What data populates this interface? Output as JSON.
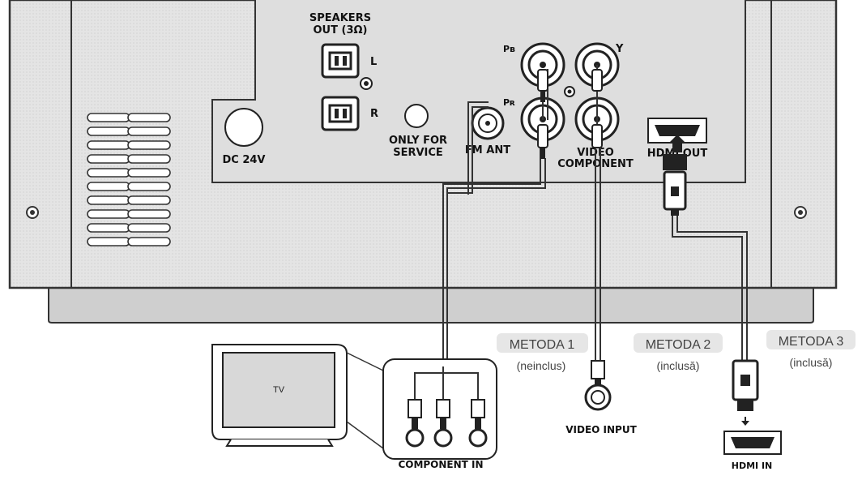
{
  "panel": {
    "speakers_title_line1": "SPEAKERS",
    "speakers_title_line2": "OUT (3Ω)",
    "speaker_left": "L",
    "speaker_right": "R",
    "dc_label": "DC 24V",
    "service_line1": "ONLY FOR",
    "service_line2": "SERVICE",
    "fm_label": "FM ANT",
    "pb_label": "Pʙ",
    "pr_label": "Pʀ",
    "y_label": "Y",
    "video_line1": "VIDEO",
    "video_line2": "COMPONENT",
    "hdmi_out_label": "HDMI OUT"
  },
  "tv": {
    "screen_label": "TV"
  },
  "destinations": {
    "component_in": "COMPONENT IN",
    "video_input": "VIDEO INPUT",
    "hdmi_in": "HDMI IN"
  },
  "methods": [
    {
      "title": "METODA 1",
      "note": "(neinclus)"
    },
    {
      "title": "METODA 2",
      "note": "(inclusă)"
    },
    {
      "title": "METODA 3",
      "note": "(inclusă)"
    }
  ]
}
